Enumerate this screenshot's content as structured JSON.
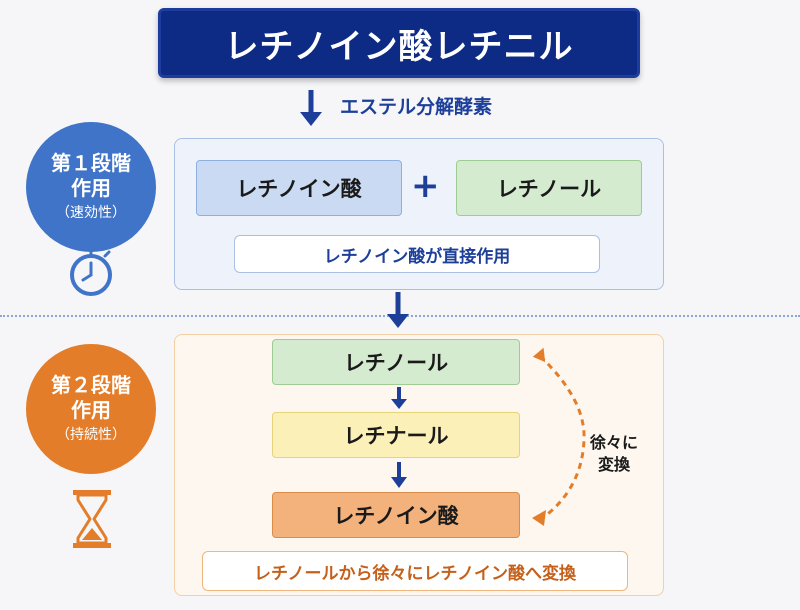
{
  "title": "レチノイン酸レチニル",
  "enzyme_label": "エステル分解酵素",
  "stage1": {
    "line1": "第１段階",
    "line2": "作用",
    "line3": "（速効性）",
    "icon": "stopwatch-icon",
    "color": "#3f74c8",
    "left_compound": "レチノイン酸",
    "operator": "+",
    "right_compound": "レチノール",
    "note": "レチノイン酸が直接作用"
  },
  "stage2": {
    "line1": "第２段階",
    "line2": "作用",
    "line3": "（持続性）",
    "icon": "hourglass-icon",
    "color": "#e47d29",
    "steps": [
      "レチノール",
      "レチナール",
      "レチノイン酸"
    ],
    "gradual_line1": "徐々に",
    "gradual_line2": "変換",
    "note": "レチノールから徐々にレチノイン酸へ変換"
  },
  "colors": {
    "navy": "#0d2b85",
    "accent_blue": "#1d3f99",
    "accent_orange": "#e47d29"
  }
}
